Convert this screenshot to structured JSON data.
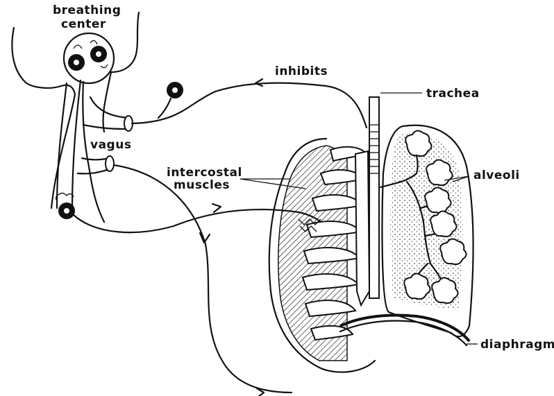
{
  "labels": {
    "breathing_center_line1": "breathing",
    "breathing_center_line2": "center",
    "inhibits": "inhibits",
    "trachea": "trachea",
    "vagus": "vagus",
    "intercostal_line1": "intercostal",
    "intercostal_line2": "muscles",
    "alveoli": "alveoli",
    "diaphragm": "diaphragm"
  }
}
